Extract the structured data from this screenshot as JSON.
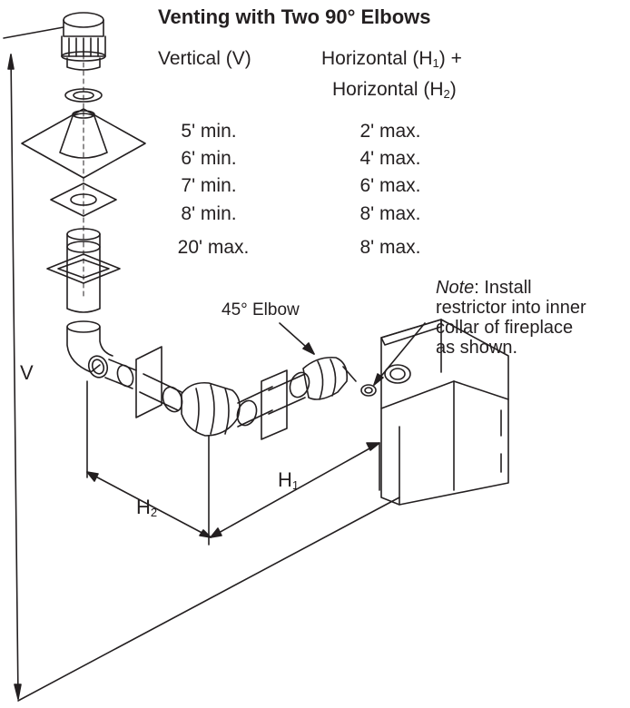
{
  "title": "Venting with Two 90° Elbows",
  "columns": {
    "vertical": "Vertical (V)",
    "horizontal_line1_a": "Horizontal (H",
    "horizontal_line1_sub": "1",
    "horizontal_line1_b": ") +",
    "horizontal_line2_a": "Horizontal (H",
    "horizontal_line2_sub": "2",
    "horizontal_line2_b": ")"
  },
  "rows": [
    {
      "vertical": "5' min.",
      "horizontal": "2' max."
    },
    {
      "vertical": "6' min.",
      "horizontal": "4' max."
    },
    {
      "vertical": "7' min.",
      "horizontal": "6' max."
    },
    {
      "vertical": "8' min.",
      "horizontal": "8' max."
    },
    {
      "vertical": "20' max.",
      "horizontal": "8' max."
    }
  ],
  "labels": {
    "elbow45": "45° Elbow",
    "note_italic": "Note",
    "note_line1_rest": ": Install",
    "note_line2": "restrictor into inner",
    "note_line3": "collar of fireplace",
    "note_line4": "as shown.",
    "v": "V",
    "h1_a": "H",
    "h1_sub": "1",
    "h2_a": "H",
    "h2_sub": "2"
  },
  "colors": {
    "ink": "#231f20",
    "paper": "#ffffff"
  }
}
